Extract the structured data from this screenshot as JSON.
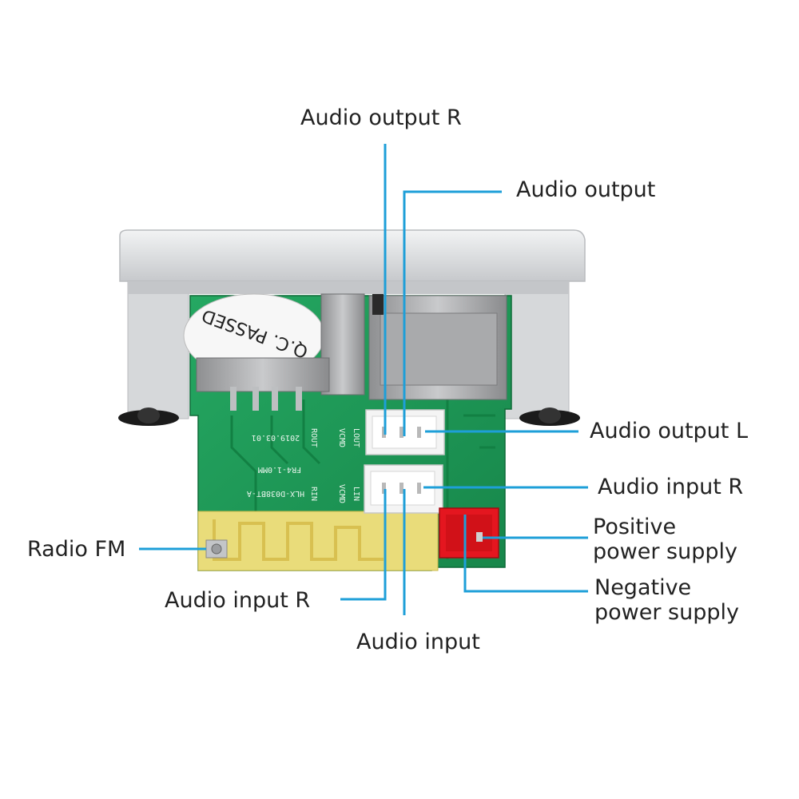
{
  "colors": {
    "annotation_line": "#1e9fd8",
    "pcb_green": "#1f9a55",
    "bezel_silver": "#d9dadc",
    "power_connector_red": "#e4161f"
  },
  "board": {
    "sticker_text": "Q.C. PASSED",
    "model": "HLX-D038BT-A",
    "thickness": "FR4-1.0MM",
    "date": "2019.03.01",
    "silk_rout": "ROUT",
    "silk_lout": "LOUT",
    "silk_vcmd1": "VCMD",
    "silk_vcmd2": "VCMD",
    "silk_rin": "RIN",
    "silk_lin": "LIN"
  },
  "labels": {
    "audio_output_r_top": "Audio output R",
    "audio_output_top": "Audio output",
    "audio_output_l": "Audio output L",
    "audio_input_r_right": "Audio input R",
    "positive_power_supply": "Positive\npower supply",
    "negative_power_supply": "Negative\npower supply",
    "radio_fm": "Radio FM",
    "audio_input_r_bottom": "Audio input R",
    "audio_input_bottom": "Audio input"
  }
}
